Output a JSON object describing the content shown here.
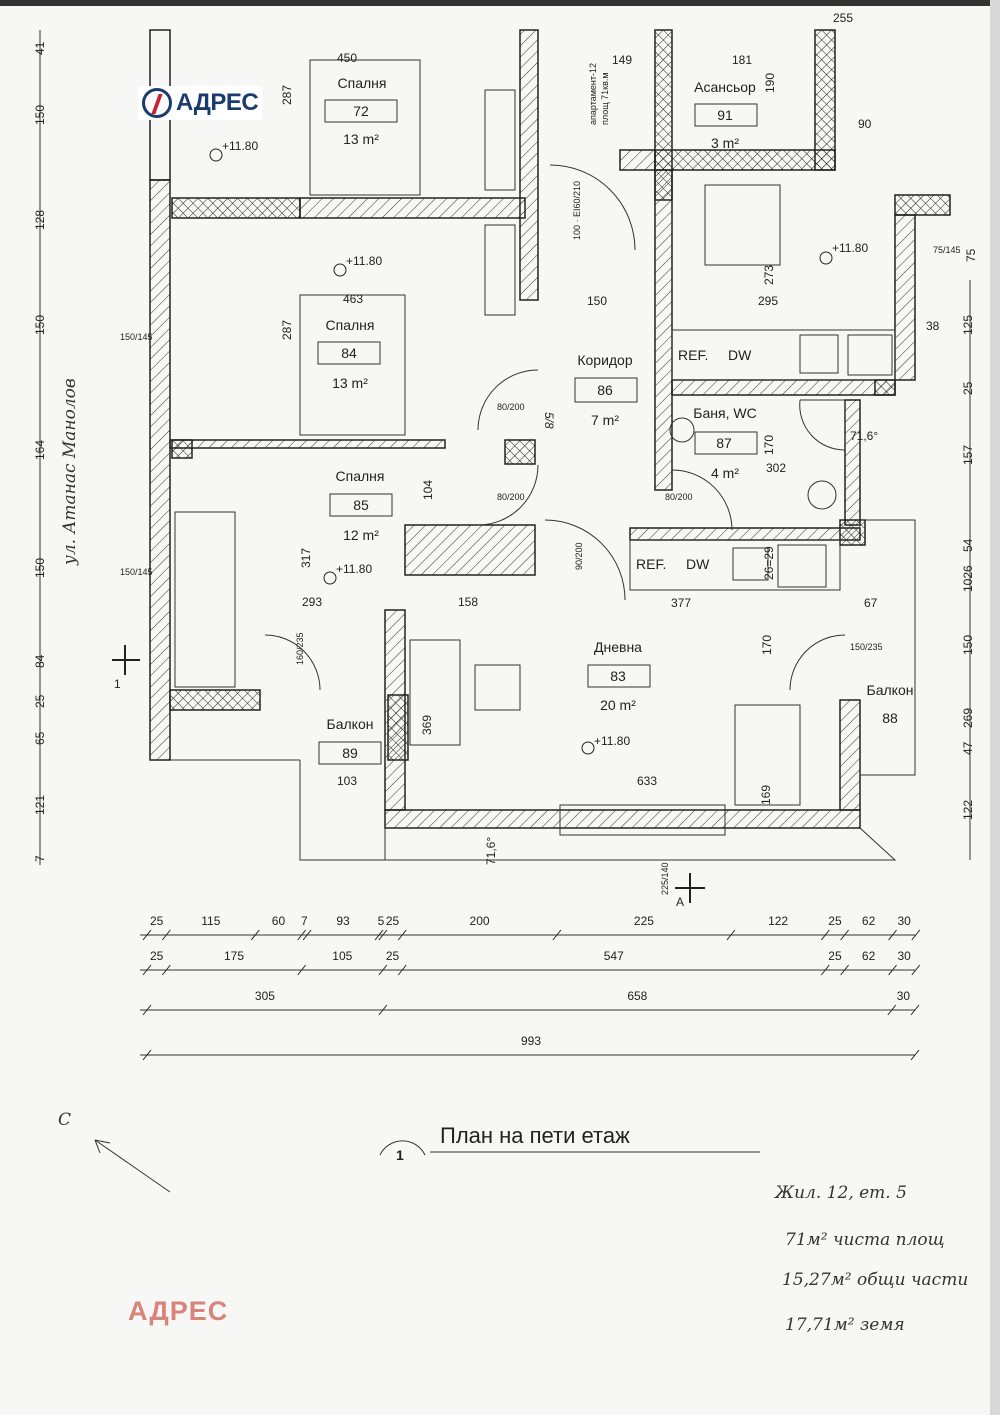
{
  "logo": {
    "text": "АДРЕС",
    "brand_colors": {
      "blue": "#1b3b6f",
      "red": "#c8202f"
    }
  },
  "watermark": {
    "text": "АДРЕС",
    "color": "#d9847a"
  },
  "title": {
    "number": "1",
    "text": "План на пети етаж"
  },
  "street_label": "ул. Атанас Манолов",
  "north_label": "С",
  "section_label": "A",
  "section_mark": "1",
  "rooms": [
    {
      "name": "Спалня",
      "number": "72",
      "area": "13 m²"
    },
    {
      "name": "Спалня",
      "number": "84",
      "area": "13 m²"
    },
    {
      "name": "Спалня",
      "number": "85",
      "area": "12 m²"
    },
    {
      "name": "Коридор",
      "number": "86",
      "area": "7 m²"
    },
    {
      "name": "Баня, WC",
      "number": "87",
      "area": "4 m²"
    },
    {
      "name": "Дневна",
      "number": "83",
      "area": "20 m²"
    },
    {
      "name": "Асансьор",
      "number": "91",
      "area": "3 m²"
    },
    {
      "name": "Балкон",
      "number": "88",
      "area": ""
    },
    {
      "name": "Балкон",
      "number": "89",
      "area": ""
    }
  ],
  "elevation": "+11.80",
  "appliances": {
    "fridge": "REF.",
    "dishwasher": "DW"
  },
  "apartment_note": [
    "апартамент-12",
    "площ 71кв.м"
  ],
  "openings": [
    "80/200",
    "80/200",
    "80/200",
    "90/200",
    "150/145",
    "150/145",
    "150/235",
    "160/235",
    "75/145",
    "225/140",
    "100 · EI60/210"
  ],
  "inner_dims": [
    "450",
    "287",
    "463",
    "287",
    "317",
    "293",
    "158",
    "104",
    "369",
    "103",
    "633",
    "377",
    "169",
    "170",
    "149",
    "181",
    "190",
    "90",
    "273",
    "295",
    "150",
    "302",
    "170",
    "67",
    "71,6°",
    "71,6°",
    "255",
    "26=29",
    "5/8"
  ],
  "left_dims": [
    "41",
    "150",
    "128",
    "150",
    "164",
    "150",
    "84",
    "25",
    "65",
    "121",
    "7"
  ],
  "right_dims": [
    "125",
    "25",
    "157",
    "54",
    "1026",
    "150",
    "269",
    "47",
    "122",
    "75",
    "38"
  ],
  "bottom_dims": [
    [
      25,
      115,
      60,
      7,
      93,
      5,
      25,
      200,
      225,
      122,
      25,
      62,
      30
    ],
    [
      25,
      175,
      105,
      25,
      547,
      25,
      62,
      30
    ],
    [
      305,
      658,
      30
    ],
    [
      993
    ]
  ],
  "handwritten_notes": [
    "Жил. 12, ет. 5",
    "71м² чиста площ",
    "15,27м² общи части",
    "17,71м² земя"
  ]
}
